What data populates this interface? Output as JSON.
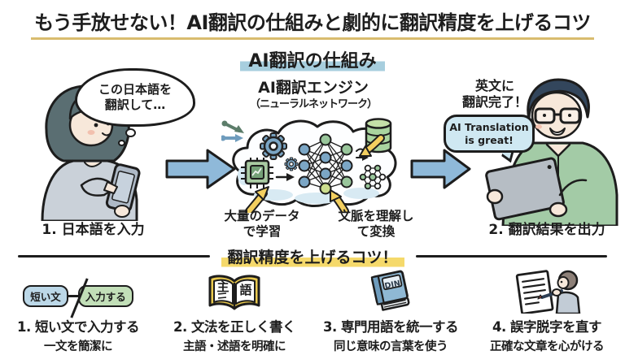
{
  "title": "もう手放せない！AI翻訳の仕組みと劇的に翻訳精度を上げるコツ",
  "mechanism": {
    "heading": "AI翻訳の仕組み",
    "input_step": {
      "thought_bubble": "この日本語を\n翻訳して…",
      "caption": "1. 日本語を入力"
    },
    "engine": {
      "title": "AI翻訳エンジン",
      "subtitle": "（ニューラルネットワーク）",
      "caption_learning": "大量のデータ\nで学習",
      "caption_context": "文脈を理解し\nて変換"
    },
    "output_step": {
      "label": "英文に\n翻訳完了！",
      "speech_bubble": "AI Translation\nis great!",
      "caption": "2. 翻訳結果を出力"
    }
  },
  "tips": {
    "heading": "翻訳精度を上げるコツ！",
    "items": [
      {
        "icon": "short-sentence-tags-icon",
        "tag_left": "短い文",
        "tag_right": "入力する",
        "title": "1. 短い文で入力する",
        "subtitle": "一文を簡潔に"
      },
      {
        "icon": "grammar-open-book-icon",
        "page_left": "主",
        "page_right": "語",
        "title": "2. 文法を正しく書く",
        "subtitle": "主語・述語を明確に"
      },
      {
        "icon": "terminology-dictionary-icon",
        "book_label": "DIN",
        "title": "3. 専門用語を統一する",
        "subtitle": "同じ意味の言葉を使う"
      },
      {
        "icon": "proofread-document-icon",
        "title": "4. 誤字脱字を直す",
        "subtitle": "正確な文章を心がける"
      }
    ]
  },
  "colors": {
    "text": "#1d1d1d",
    "title_underline": "#d9bc6e",
    "heading_highlight_blue": "#a7cede",
    "heading_highlight_yellow": "#f5d96b",
    "flow_arrow_blue": "#8fb9d9",
    "speech_bubble_blue": "#cfe8f2",
    "yellow_arrow": "#f3cf5f",
    "tag_blue": "#bcd8e8",
    "tag_green": "#c2dfb8",
    "open_book_yellow": "#e9c94e",
    "dictionary_blue": "#8fb8d4",
    "shirt_green": "#a3cba6",
    "shirt_gray": "#cad1d9"
  }
}
